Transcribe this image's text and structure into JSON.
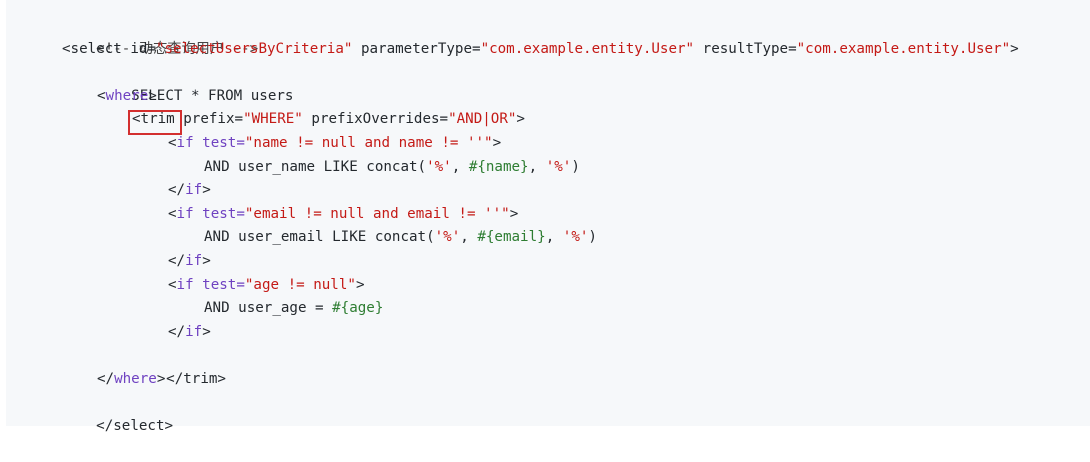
{
  "code": {
    "comment": "<!-- 动态查询用户 -->",
    "select_open_pre": "<select ",
    "select_attr_id": "id=",
    "select_id_value": "\"selectUsersByCriteria\"",
    "select_attr_param": " parameterType=",
    "select_param_value": "\"com.example.entity.User\"",
    "select_attr_result": " resultType=",
    "select_result_value": "\"com.example.entity.User\"",
    "select_open_post": ">",
    "sql_select": "SELECT * FROM users",
    "where_open_lt": "<",
    "where_name": "where",
    "where_open_gt": ">",
    "trim_open": "<trim",
    "trim_attr_prefix": " prefix=",
    "trim_prefix_value": "\"WHERE\"",
    "trim_attr_overrides": " prefixOverrides=",
    "trim_overrides_value": "\"AND|OR\"",
    "trim_open_gt": ">",
    "if_lt": "<",
    "if_name": "if",
    "if_attr_test": " test=",
    "if1_test_value": "\"name != null and name != ''\"",
    "if_gt": ">",
    "if1_body_pre": "AND user_name LIKE concat(",
    "if1_body_pct1": "'%'",
    "if1_body_sep1": ", ",
    "if1_body_expr": "#{name}",
    "if1_body_sep2": ", ",
    "if1_body_pct2": "'%'",
    "if1_body_post": ")",
    "if_close_lt": "</",
    "if_close_gt": ">",
    "if2_test_value": "\"email != null and email != ''\"",
    "if2_body_pre": "AND user_email LIKE concat(",
    "if2_body_pct1": "'%'",
    "if2_body_sep1": ", ",
    "if2_body_expr": "#{email}",
    "if2_body_sep2": ", ",
    "if2_body_pct2": "'%'",
    "if2_body_post": ")",
    "if3_test_value": "\"age != null\"",
    "if3_body_pre": "AND user_age = ",
    "if3_body_expr": "#{age}",
    "trim_close": "</trim>",
    "where_close_lt": "</",
    "where_close_gt": ">",
    "select_close": "</select>"
  },
  "colors": {
    "background": "#f6f8fa",
    "keyword": "#6f42c1",
    "string": "#c41a16",
    "expression": "#2e7d32",
    "highlight_border": "#d32f2f"
  }
}
